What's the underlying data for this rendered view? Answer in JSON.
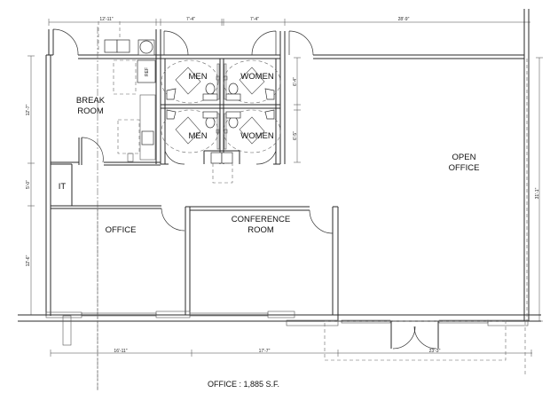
{
  "plan": {
    "title": "OFFICE : 1,885 S.F.",
    "rooms": {
      "break_room": [
        "BREAK",
        "ROOM"
      ],
      "men_upper": "MEN",
      "women_upper": "WOMEN",
      "men_lower": "MEN",
      "women_lower": "WOMEN",
      "it": "IT",
      "office": "OFFICE",
      "conference": [
        "CONFERENCE",
        "ROOM"
      ],
      "open_office": [
        "OPEN",
        "OFFICE"
      ]
    },
    "dimensions": {
      "top_break": "12'-11\"",
      "top_restroom_1": "7'-4\"",
      "top_restroom_2": "7'-4\"",
      "top_open": "28'-9\"",
      "left_break": "12'-7\"",
      "left_it": "5'-0\"",
      "left_office": "12'-6\"",
      "right_restroom_upper": "6'-4\"",
      "right_restroom_lower": "6'-5\"",
      "right_open": "31'-1\"",
      "bottom_office": "16'-11\"",
      "bottom_conference": "17'-7\"",
      "bottom_open": "23'-3\""
    },
    "fixture_labels": {
      "refrigerator": "REF"
    }
  }
}
